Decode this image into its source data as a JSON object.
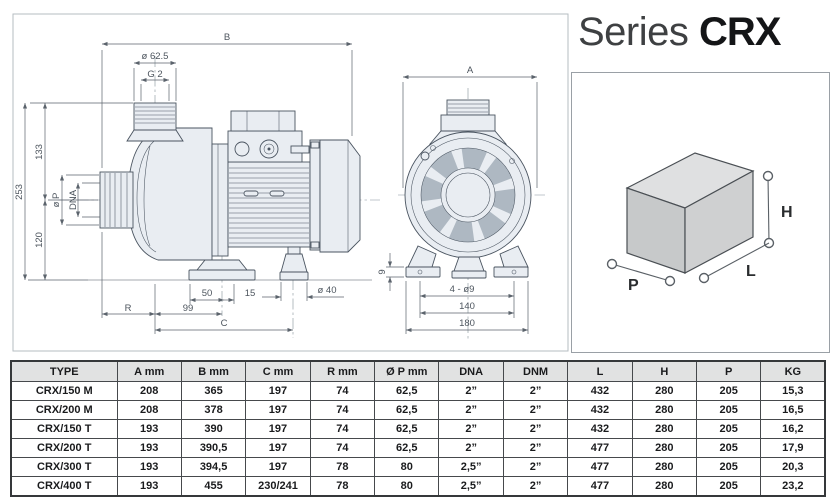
{
  "header": {
    "series_label": "Series",
    "series_code": "CRX"
  },
  "drawings": {
    "side": {
      "b": "B",
      "d625": "ø 62.5",
      "g2": "G 2",
      "v253": "253",
      "v133": "133",
      "v120": "120",
      "dp": "ø P",
      "dna": "DNA",
      "r": "R",
      "n99": "99",
      "n50": "50",
      "n15": "15",
      "d40": "ø 40",
      "c": "C"
    },
    "front": {
      "a": "A",
      "n9": "9",
      "holes": "4 - ø9",
      "n140": "140",
      "n180": "180"
    },
    "box": {
      "h": "H",
      "l": "L",
      "p": "P"
    }
  },
  "table": {
    "columns": [
      "TYPE",
      "A mm",
      "B mm",
      "C mm",
      "R mm",
      "Ø P mm",
      "DNA",
      "DNM",
      "L",
      "H",
      "P",
      "KG"
    ],
    "rows": [
      [
        "CRX/150 M",
        "208",
        "365",
        "197",
        "74",
        "62,5",
        "2”",
        "2”",
        "432",
        "280",
        "205",
        "15,3"
      ],
      [
        "CRX/200 M",
        "208",
        "378",
        "197",
        "74",
        "62,5",
        "2”",
        "2”",
        "432",
        "280",
        "205",
        "16,5"
      ],
      [
        "CRX/150 T",
        "193",
        "390",
        "197",
        "74",
        "62,5",
        "2”",
        "2”",
        "432",
        "280",
        "205",
        "16,2"
      ],
      [
        "CRX/200 T",
        "193",
        "390,5",
        "197",
        "74",
        "62,5",
        "2”",
        "2”",
        "477",
        "280",
        "205",
        "17,9"
      ],
      [
        "CRX/300 T",
        "193",
        "394,5",
        "197",
        "78",
        "80",
        "2,5”",
        "2”",
        "477",
        "280",
        "205",
        "20,3"
      ],
      [
        "CRX/400 T",
        "193",
        "455",
        "230/241",
        "78",
        "80",
        "2,5”",
        "2”",
        "477",
        "280",
        "205",
        "23,2"
      ]
    ]
  },
  "colors": {
    "drawing_line": "#4a5460",
    "part_fill": "#e9edf2",
    "dim_line": "#5b636c",
    "dim_text": "#4d555e",
    "frame_border": "#b6bcc2",
    "panel_border": "#9aa0a6",
    "table_border": "#35383a",
    "table_header_bg": "#e1e2e2",
    "text_dark": "#1a1b1d",
    "box_top": "#dfe0e1",
    "box_front": "#c7c9ca",
    "box_side": "#cfd0d1",
    "heading_light": "#3e4042",
    "heading_bold": "#141517",
    "grille": "#aeb8c2"
  }
}
